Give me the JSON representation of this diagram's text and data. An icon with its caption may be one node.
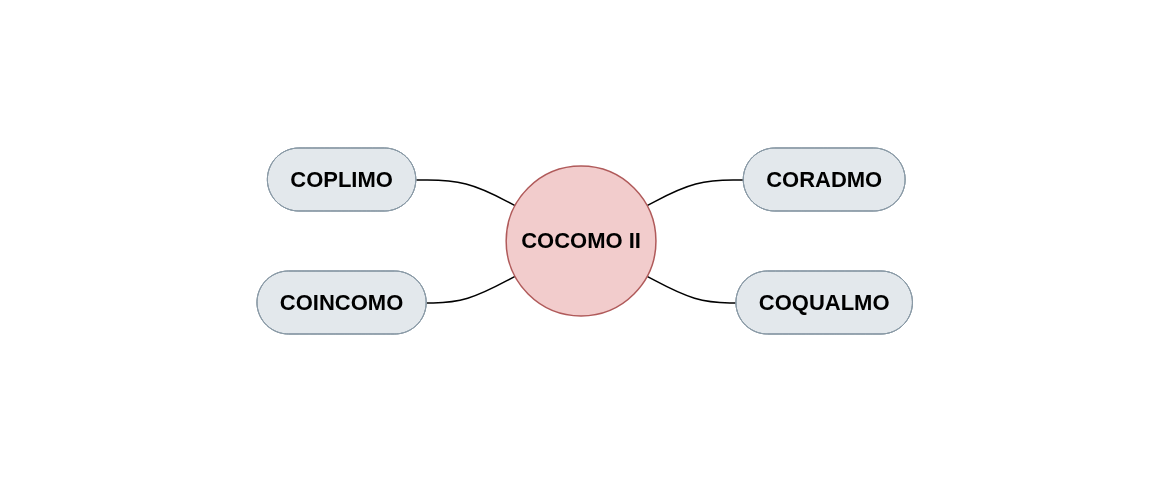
{
  "diagram": {
    "nodes": [
      {
        "text": [
          "COPLIMO"
        ]
      },
      {
        "text": [
          "CORADMO"
        ]
      },
      {
        "text": [
          "COCOMO II"
        ]
      },
      {
        "text": [
          "COINCOMO"
        ]
      },
      {
        "text": [
          "COQUALMO"
        ]
      }
    ],
    "edges": [
      {
        "from": 0,
        "to": 2,
        "arrow": "none"
      },
      {
        "from": 2,
        "to": 1,
        "arrow": "none"
      },
      {
        "from": 3,
        "to": 2,
        "arrow": "none"
      },
      {
        "from": 2,
        "to": 4,
        "arrow": "none"
      }
    ]
  }
}
